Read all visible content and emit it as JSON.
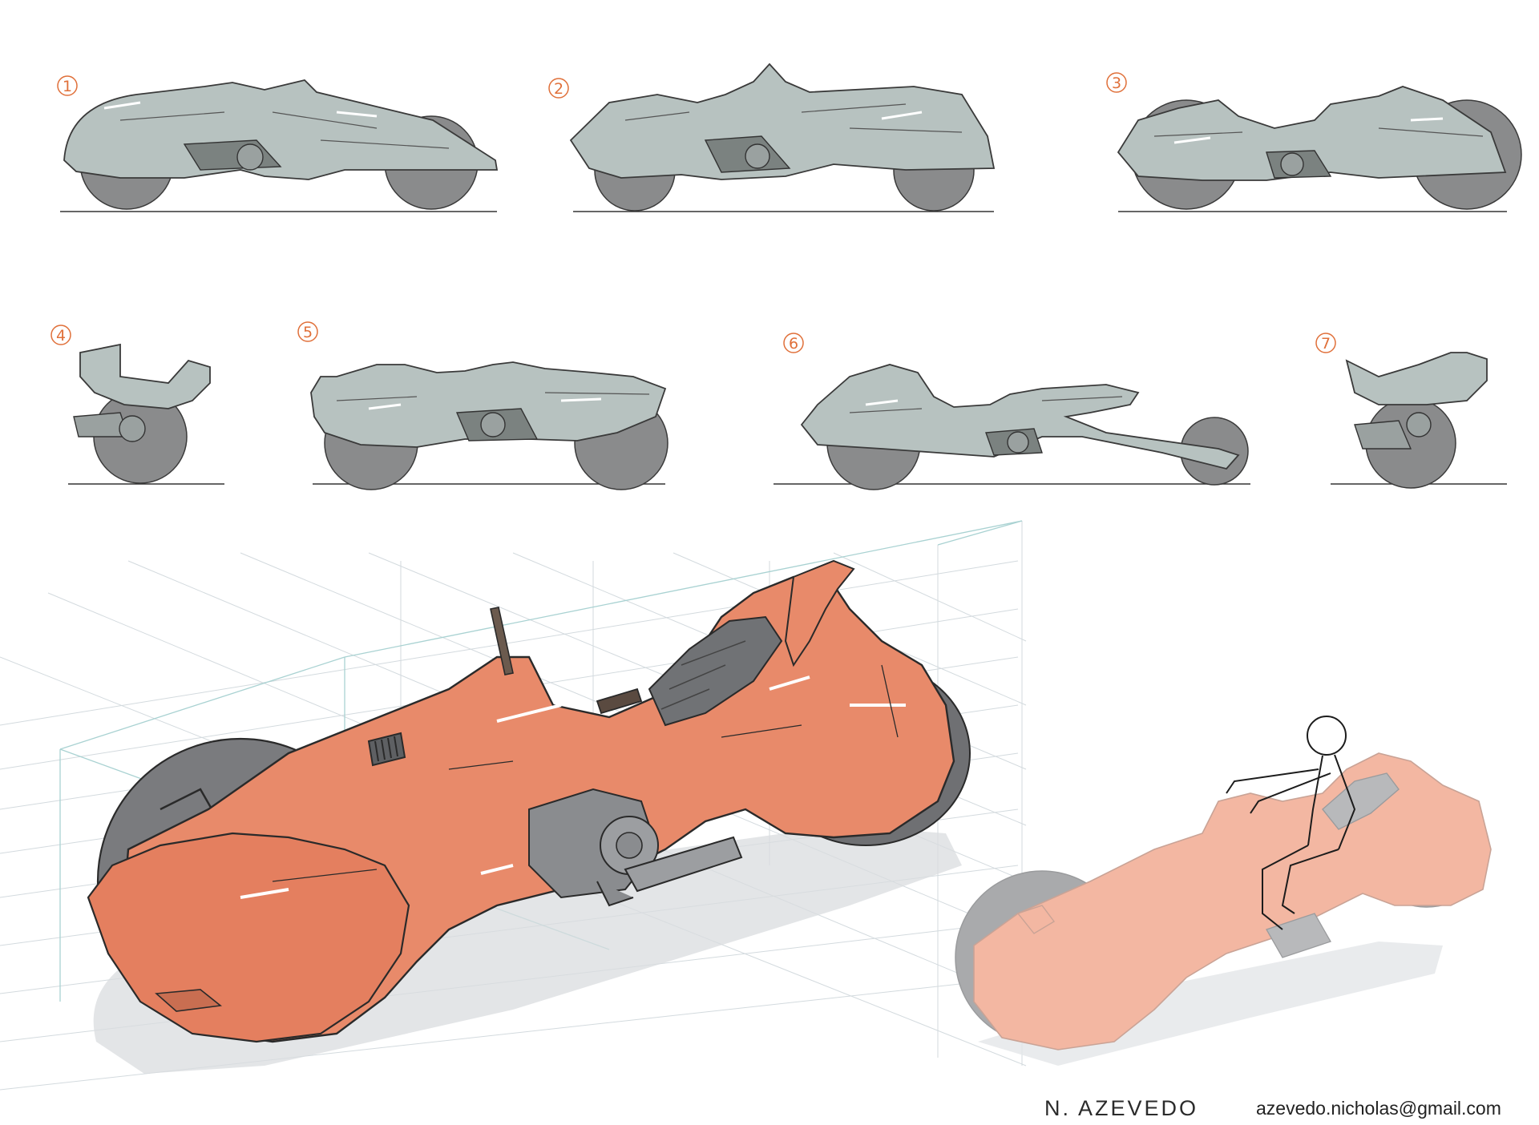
{
  "thumbnails": [
    {
      "number": "1"
    },
    {
      "number": "2"
    },
    {
      "number": "3"
    },
    {
      "number": "4"
    },
    {
      "number": "5"
    },
    {
      "number": "6"
    },
    {
      "number": "7"
    }
  ],
  "signature": "N. AZEVEDO",
  "email": "azevedo.nicholas@gmail.com",
  "colors": {
    "thumbnail_body": "#b7c2c0",
    "wheel": "#8a8b8c",
    "hero_body": "#e88a6a",
    "ghost_body": "#f3b7a2",
    "construction_grid": "#cfd6dc",
    "number_marks": "#e0703a"
  }
}
